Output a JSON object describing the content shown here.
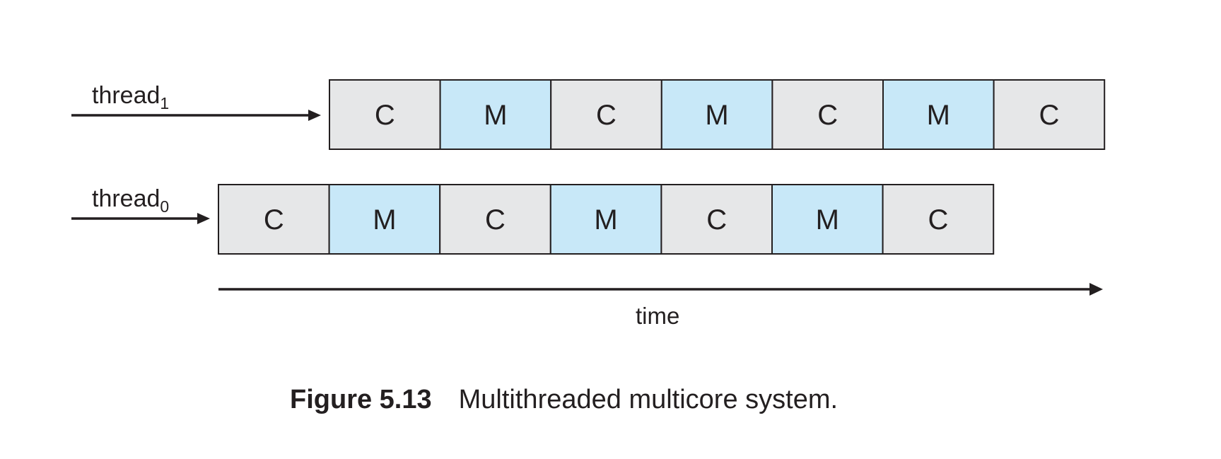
{
  "threads": [
    {
      "label": "thread",
      "subscript": "1",
      "blocks": [
        "C",
        "M",
        "C",
        "M",
        "C",
        "M",
        "C"
      ]
    },
    {
      "label": "thread",
      "subscript": "0",
      "blocks": [
        "C",
        "M",
        "C",
        "M",
        "C",
        "M",
        "C"
      ]
    }
  ],
  "axis": {
    "label": "time"
  },
  "caption": {
    "number": "Figure 5.13",
    "text": "Multithreaded multicore system."
  },
  "colors": {
    "compute_block": "#e6e7e8",
    "memory_block": "#c8e8f8",
    "stroke": "#231f20"
  }
}
